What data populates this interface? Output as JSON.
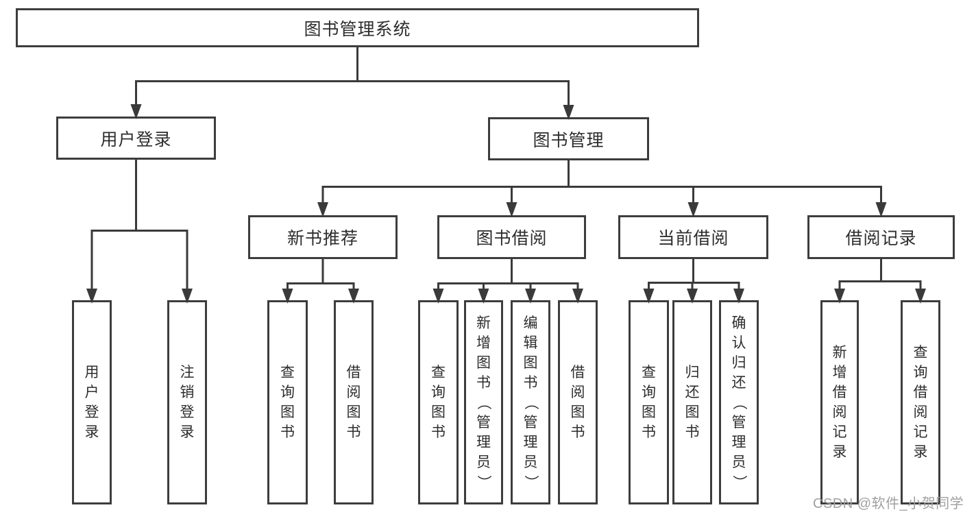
{
  "tree": {
    "label": "图书管理系统",
    "children": [
      {
        "label": "用户登录",
        "children": [
          {
            "label": "用户登录"
          },
          {
            "label": "注销登录"
          }
        ]
      },
      {
        "label": "图书管理",
        "children": [
          {
            "label": "新书推荐",
            "children": [
              {
                "label": "查询图书"
              },
              {
                "label": "借阅图书"
              }
            ]
          },
          {
            "label": "图书借阅",
            "children": [
              {
                "label": "查询图书"
              },
              {
                "label": "新增图书（管理员）"
              },
              {
                "label": "编辑图书（管理员）"
              },
              {
                "label": "借阅图书"
              }
            ]
          },
          {
            "label": "当前借阅",
            "children": [
              {
                "label": "查询图书"
              },
              {
                "label": "归还图书"
              },
              {
                "label": "确认归还（管理员）"
              }
            ]
          },
          {
            "label": "借阅记录",
            "children": [
              {
                "label": "新增借阅记录"
              },
              {
                "label": "查询借阅记录"
              }
            ]
          }
        ]
      }
    ]
  },
  "watermark": {
    "text": "CSDN @软件_小贺同学"
  },
  "colors": {
    "line": "#3a3a3a",
    "box_border": "#3d3d3d",
    "box_fill": "#ffffff",
    "text": "#2d2d2d",
    "background": "#ffffff",
    "watermark": "#a0a0a0"
  }
}
